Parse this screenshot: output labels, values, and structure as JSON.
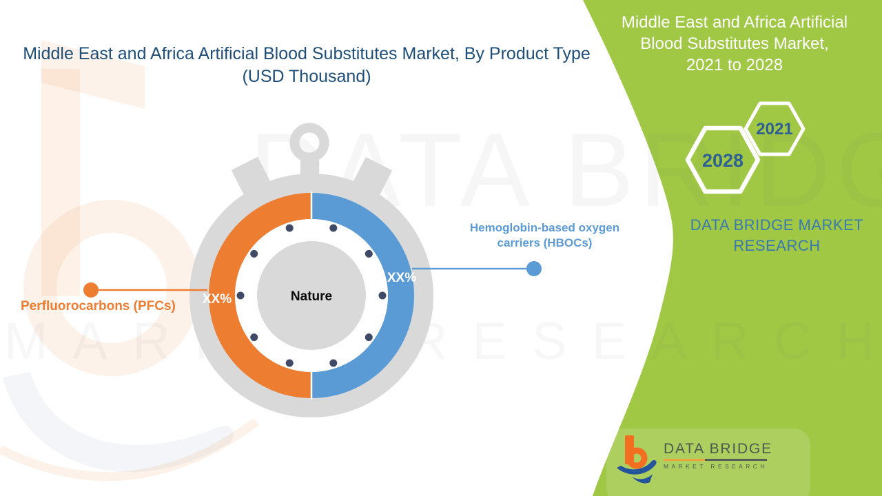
{
  "title": {
    "line1": "Middle East and Africa Artificial Blood Substitutes Market, By Product Type",
    "line2": "(USD Thousand)"
  },
  "side_panel": {
    "heading_lines": [
      "Middle East and Africa Artificial",
      "Blood Substitutes Market,",
      "2021 to 2028"
    ],
    "hexagons": [
      {
        "label": "2028"
      },
      {
        "label": "2021"
      }
    ],
    "brand_lines": [
      "DATA BRIDGE MARKET",
      "RESEARCH"
    ],
    "background_color": "#A0C845"
  },
  "chart_data": {
    "type": "pie",
    "subtype": "donut-half-split-stopwatch",
    "title": "Middle East and Africa Artificial Blood Substitutes Market, By Product Type (USD Thousand)",
    "period": "2021 to 2028",
    "center_label": "Nature",
    "segments": [
      {
        "label": "Perfluorocarbons (PFCs)",
        "value_label": "XX%",
        "value_pct_visual": 50,
        "color": "#ED7D31"
      },
      {
        "label": "Hemoglobin-based oxygen carriers (HBOCs)",
        "value_label": "XX%",
        "value_pct_visual": 50,
        "color": "#5B9BD5"
      }
    ],
    "legend_position": "callout-labels",
    "marker_dot_color": "#3E4A66",
    "stopwatch_color": "#D9D9D9"
  },
  "watermarks": {
    "big": "DATA BRIDGE",
    "row2": "MARKET RESEARCH"
  },
  "logo": {
    "title": "DATA BRIDGE",
    "subtitle": "MARKET RESEARCH"
  },
  "colors": {
    "title_navy": "#1F4E79",
    "hexagon_text": "#2E6093",
    "panel_brand_blue": "#3A79AF",
    "green": "#A0C845"
  }
}
